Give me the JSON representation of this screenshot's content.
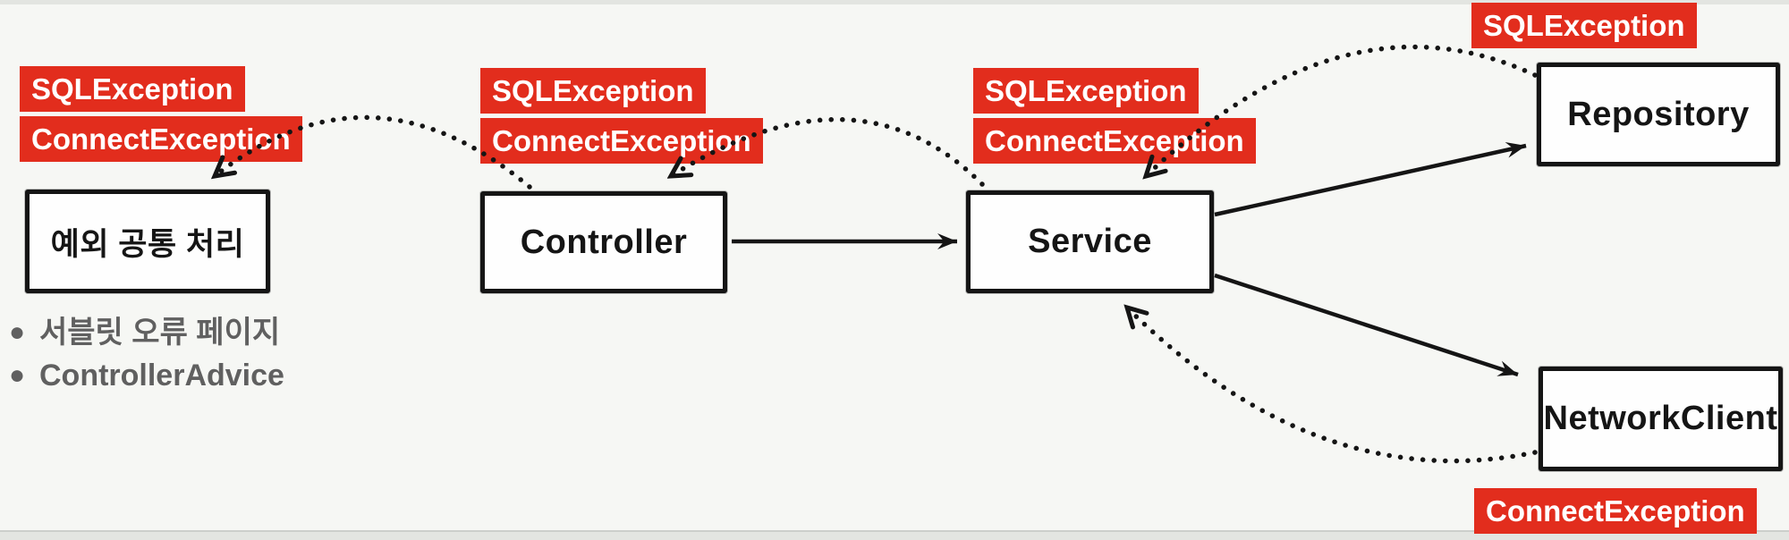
{
  "title": "예외 공통 처리 다이어그램",
  "colors": {
    "badge_red": "#e22d1d",
    "ink_black": "#151515",
    "note_gray": "#606060",
    "background": "#f6f7f4"
  },
  "nodes": {
    "exception_handler": {
      "label": "예외 공통 처리",
      "exceptions": [
        "SQLException",
        "ConnectException"
      ]
    },
    "controller": {
      "label": "Controller",
      "exceptions": [
        "SQLException",
        "ConnectException"
      ]
    },
    "service": {
      "label": "Service",
      "exceptions": [
        "SQLException",
        "ConnectException"
      ]
    },
    "repository": {
      "label": "Repository",
      "exceptions": [
        "SQLException"
      ]
    },
    "network_client": {
      "label": "NetworkClient",
      "exceptions": [
        "ConnectException"
      ]
    }
  },
  "notes": {
    "items": [
      "서블릿 오류 페이지",
      "ControllerAdvice"
    ]
  },
  "edges": [
    {
      "from": "controller",
      "to": "service",
      "style": "solid",
      "meaning": "call"
    },
    {
      "from": "service",
      "to": "repository",
      "style": "solid",
      "meaning": "call"
    },
    {
      "from": "service",
      "to": "network_client",
      "style": "solid",
      "meaning": "call"
    },
    {
      "from": "repository",
      "to": "service",
      "style": "dotted",
      "meaning": "throws SQLException"
    },
    {
      "from": "network_client",
      "to": "service",
      "style": "dotted",
      "meaning": "throws ConnectException"
    },
    {
      "from": "service",
      "to": "controller",
      "style": "dotted",
      "meaning": "throws SQLException, ConnectException"
    },
    {
      "from": "controller",
      "to": "exception_handler",
      "style": "dotted",
      "meaning": "throws SQLException, ConnectException"
    }
  ]
}
